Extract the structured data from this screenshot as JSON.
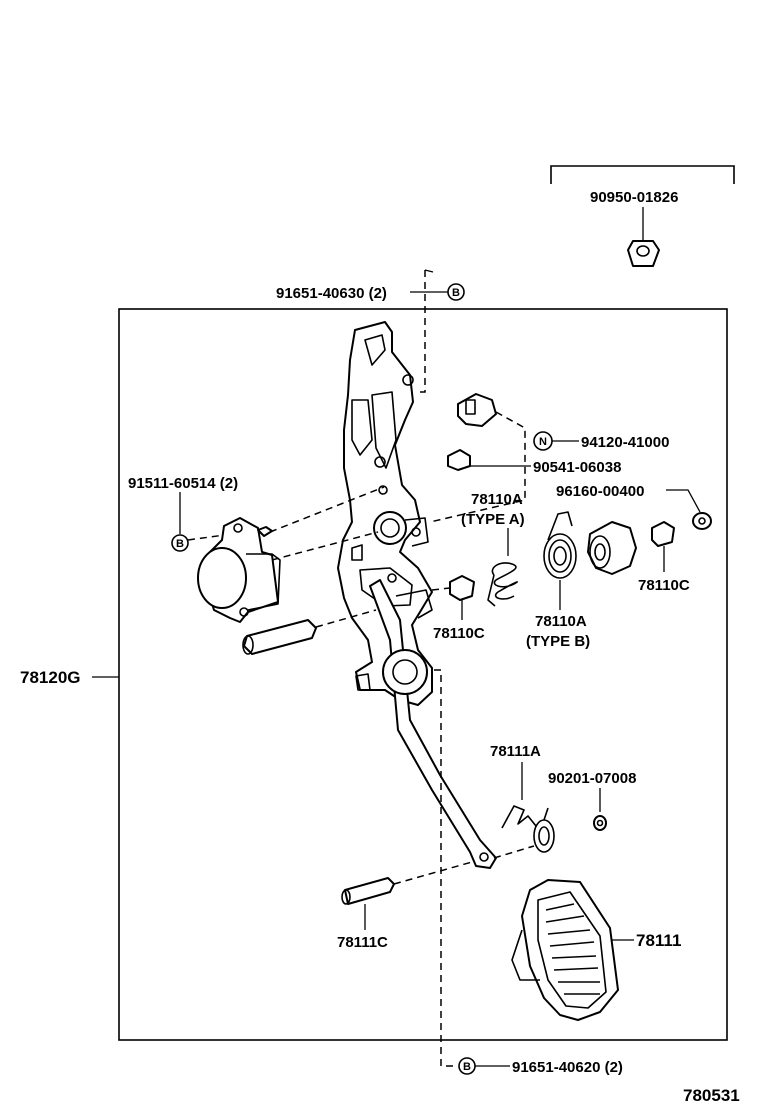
{
  "labels": {
    "p_90950_01826": "90950-01826",
    "p_91651_40630": "91651-40630 (2)",
    "p_94120_41000": "94120-41000",
    "p_90541_06038": "90541-06038",
    "p_91511_60514": "91511-60514 (2)",
    "p_78110a_top": "78110A",
    "p_type_a": "(TYPE  A)",
    "p_96160_00400": "96160-00400",
    "p_78110c_right": "78110C",
    "p_78110c_mid": "78110C",
    "p_78110a_bottom": "78110A",
    "p_type_b": "(TYPE  B)",
    "p_78120g": "78120G",
    "p_78111a": "78111A",
    "p_90201_07008": "90201-07008",
    "p_78111c": "78111C",
    "p_78111": "78111",
    "p_91651_40620": "91651-40620 (2)",
    "diagram_id": "780531"
  },
  "markers": {
    "b": "B",
    "n": "N"
  }
}
